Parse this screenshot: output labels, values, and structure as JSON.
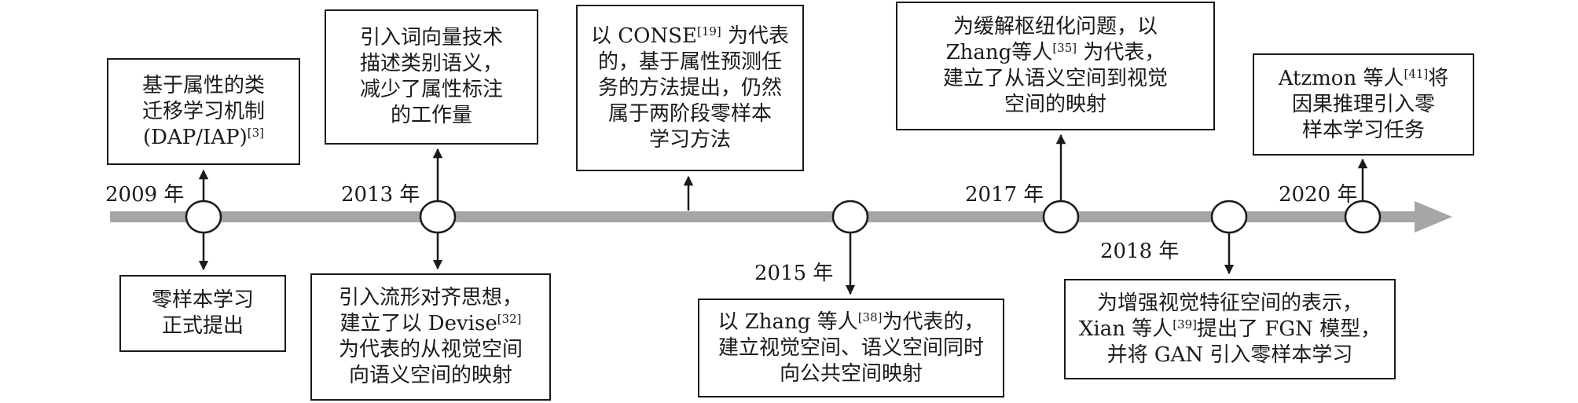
{
  "colors": {
    "axis": "#a6a6a6",
    "ink": "#1a1a1a",
    "node_fill": "#ffffff"
  },
  "years": {
    "y2009": "2009 年",
    "y2013": "2013 年",
    "y2015": "2015 年",
    "y2017": "2017 年",
    "y2018": "2018 年",
    "y2020": "2020 年"
  },
  "events": {
    "dap_iap": {
      "lines": [
        "基于属性的类",
        "迁移学习机制"
      ],
      "tail": "(DAP/IAP)",
      "ref": "[3]"
    },
    "zsl_proposed": {
      "lines": [
        "零样本学习",
        "正式提出"
      ]
    },
    "word_vector": {
      "lines": [
        "引入词向量技术",
        "描述类别语义，",
        "减少了属性标注",
        "的工作量"
      ]
    },
    "devise": {
      "line1": "引入流形对齐思想，",
      "line2_pre": "建立了以 Devise",
      "ref": "[32]",
      "line3": "为代表的从视觉空间",
      "line4": "向语义空间的映射"
    },
    "conse": {
      "line1_pre": "以 CONSE",
      "ref": "[19]",
      "line1_post": " 为代表",
      "line2": "的，基于属性预测任",
      "line3": "务的方法提出，仍然",
      "line4": "属于两阶段零样本",
      "line5": "学习方法"
    },
    "common_space": {
      "line1_pre": "以  Zhang 等人",
      "ref": "[38]",
      "line1_post": "为代表的，",
      "line2": "建立视觉空间、语义空间同时",
      "line3": "向公共空间映射"
    },
    "hubness": {
      "line1": "为缓解枢纽化问题，以",
      "line2_pre": "Zhang等人",
      "ref": "[35]",
      "line2_post": " 为代表，",
      "line3": "建立了从语义空间到视觉",
      "line4": "空间的映射"
    },
    "fgn": {
      "line1": "为增强视觉特征空间的表示，",
      "line2_pre": "Xian 等人",
      "ref": "[39]",
      "line2_post": "提出了 FGN 模型，",
      "line3": "并将 GAN 引入零样本学习"
    },
    "causal": {
      "line1_pre": "Atzmon 等人",
      "ref": "[41]",
      "line1_post": "将",
      "line2": "因果推理引入零",
      "line3": "样本学习任务"
    }
  }
}
